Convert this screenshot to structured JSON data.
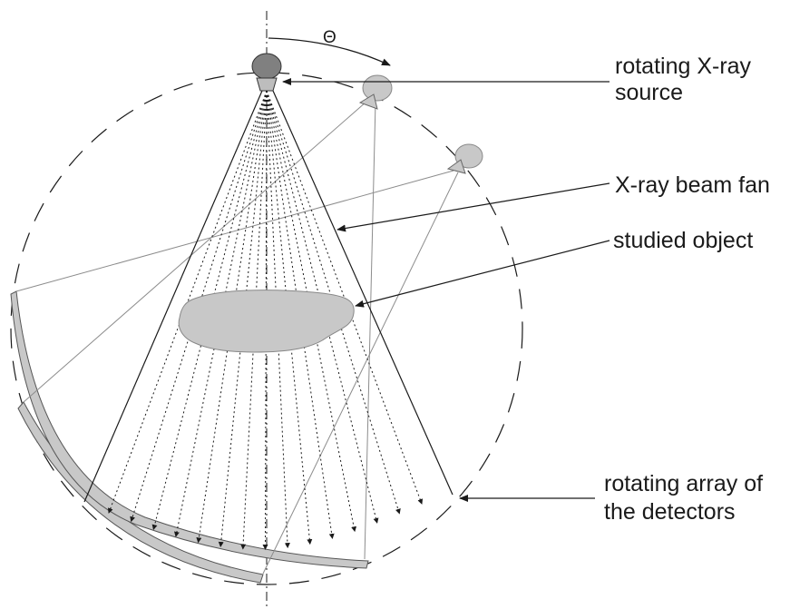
{
  "diagram": {
    "angle_symbol": "Θ",
    "labels": {
      "source": [
        "rotating X-ray",
        "source"
      ],
      "beam_fan": [
        "X-ray beam fan"
      ],
      "object": [
        "studied object"
      ],
      "detectors": [
        "rotating array of",
        "the detectors"
      ]
    },
    "colors": {
      "line": "#1a1a1a",
      "gray_element": "#c8c8c8",
      "source_dark": "#808080",
      "ray_gray": "#9a9a9a"
    }
  }
}
